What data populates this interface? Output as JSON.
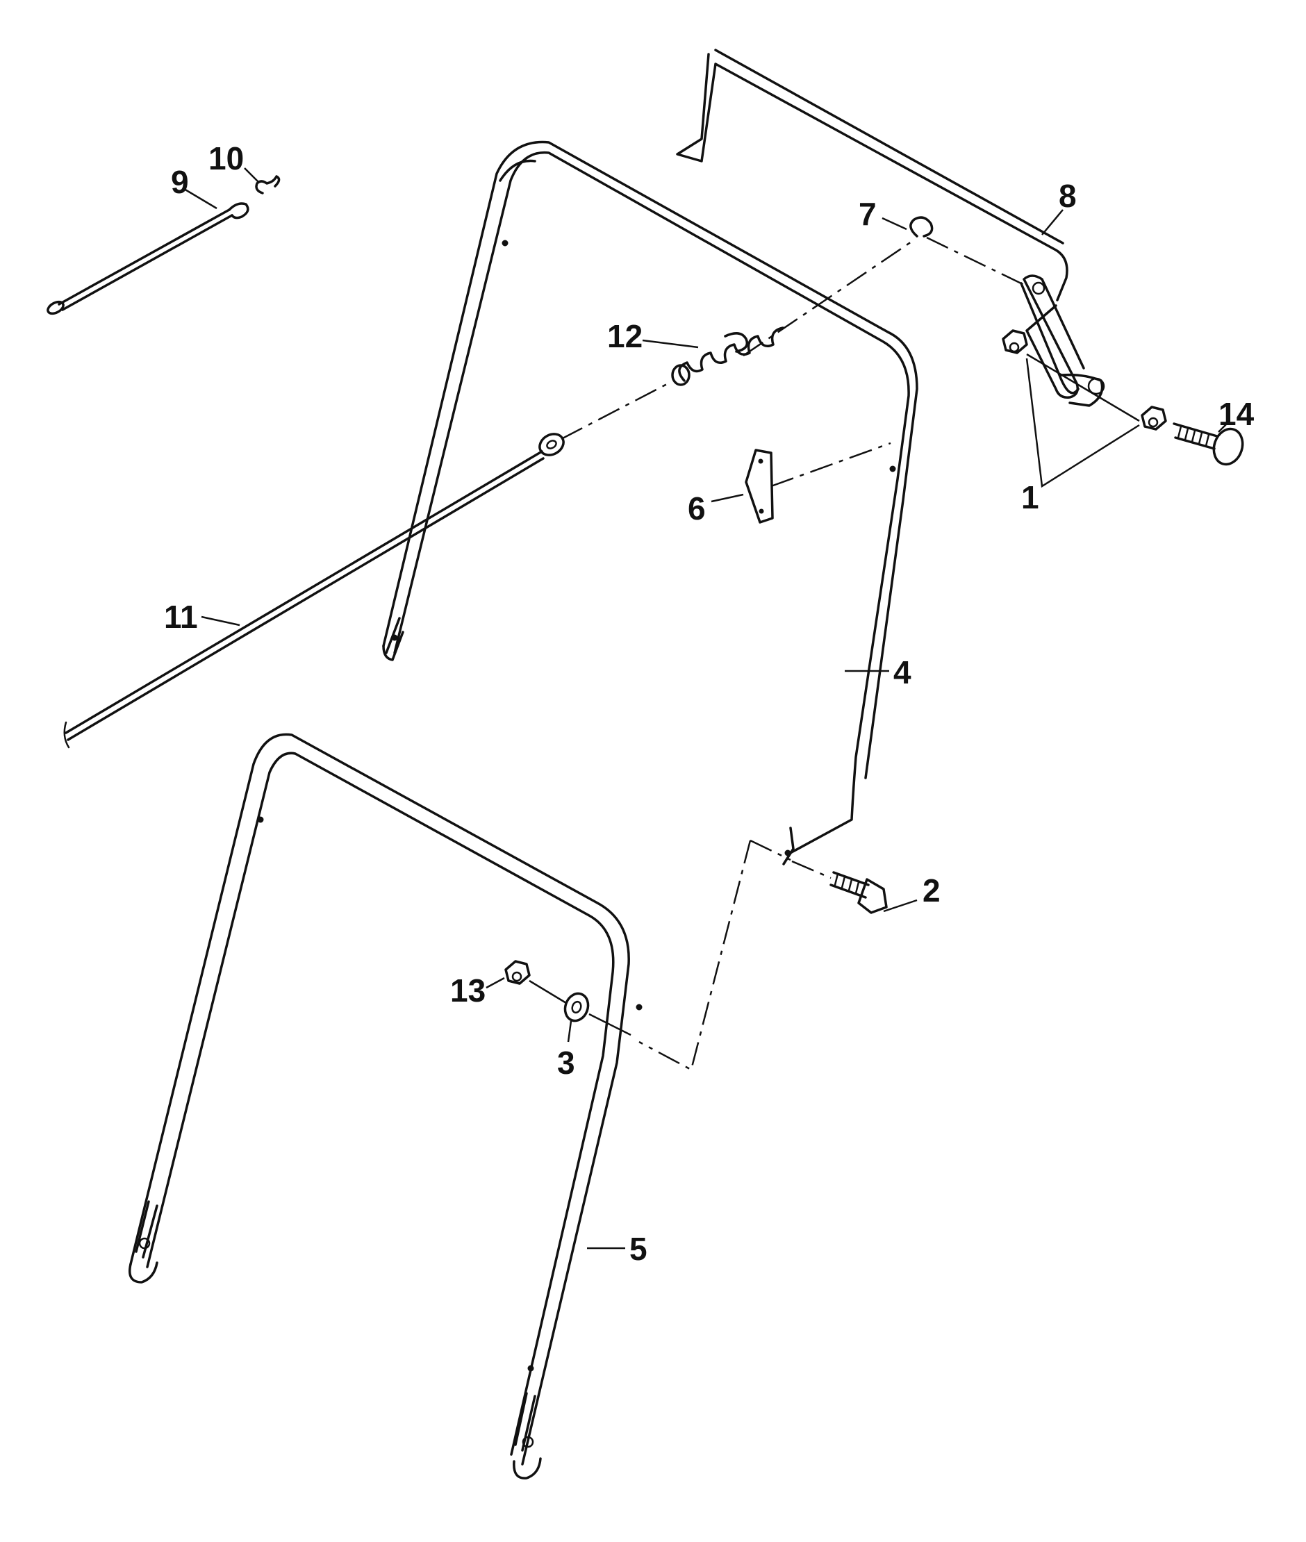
{
  "callouts": {
    "c1": "1",
    "c2": "2",
    "c3": "3",
    "c4": "4",
    "c5": "5",
    "c6": "6",
    "c7": "7",
    "c8": "8",
    "c9": "9",
    "c10": "10",
    "c11": "11",
    "c12": "12",
    "c13": "13",
    "c14": "14"
  },
  "colors": {
    "ink": "#111111",
    "paper": "#ffffff"
  }
}
